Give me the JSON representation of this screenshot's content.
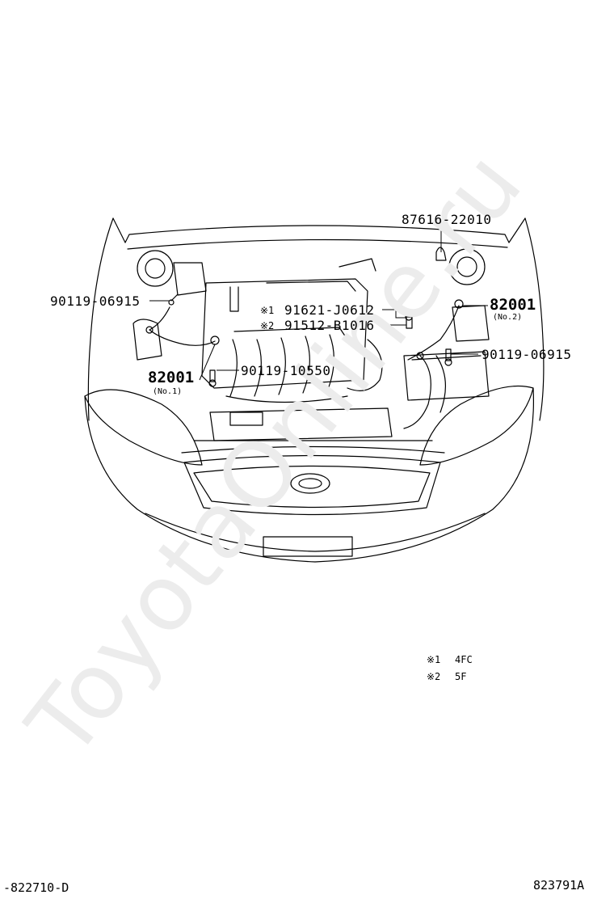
{
  "watermark": "ToyotaOnline.ru",
  "labels": {
    "p87616": "87616-22010",
    "p90119_left": "90119-06915",
    "p82001_no1": "82001",
    "no1": "(No.1)",
    "p90119_10550": "90119-10550",
    "mark1": "※1",
    "p91621": "91621-J0612",
    "mark2": "※2",
    "p91512": "91512-B1016",
    "p82001_no2": "82001",
    "no2": "(No.2)",
    "p90119_right": "90119-06915"
  },
  "notes": [
    {
      "mark": "※1",
      "text": "4FC"
    },
    {
      "mark": "※2",
      "text": "5F"
    }
  ],
  "footer": {
    "left": "-822710-D",
    "right": "823791A"
  }
}
